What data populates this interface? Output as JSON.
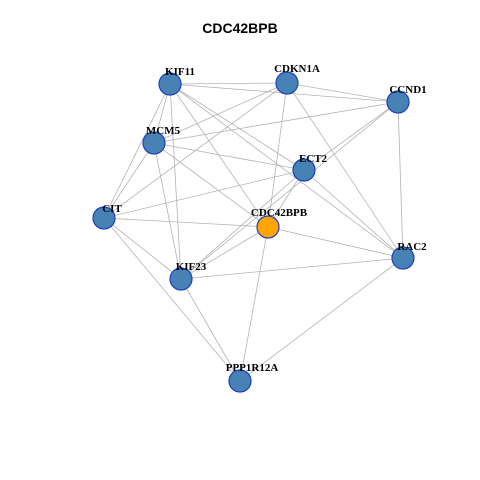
{
  "title": "CDC42BPB",
  "colors": {
    "node": "#4682b4",
    "center": "#ffa500",
    "edge": "#b3b3b3",
    "border": "#1f3fbf"
  },
  "nodes": [
    {
      "id": "KIF11",
      "label": "KIF11"
    },
    {
      "id": "CDKN1A",
      "label": "CDKN1A"
    },
    {
      "id": "CCND1",
      "label": "CCND1"
    },
    {
      "id": "MCM5",
      "label": "MCM5"
    },
    {
      "id": "ECT2",
      "label": "ECT2"
    },
    {
      "id": "CIT",
      "label": "CIT"
    },
    {
      "id": "CDC42BPB",
      "label": "CDC42BPB",
      "center": true
    },
    {
      "id": "RAC2",
      "label": "RAC2"
    },
    {
      "id": "KIF23",
      "label": "KIF23"
    },
    {
      "id": "PPP1R12A",
      "label": "PPP1R12A"
    }
  ],
  "edges": [
    [
      "KIF11",
      "CDKN1A"
    ],
    [
      "KIF11",
      "CCND1"
    ],
    [
      "KIF11",
      "MCM5"
    ],
    [
      "KIF11",
      "ECT2"
    ],
    [
      "KIF11",
      "CIT"
    ],
    [
      "KIF11",
      "CDC42BPB"
    ],
    [
      "KIF11",
      "KIF23"
    ],
    [
      "KIF11",
      "RAC2"
    ],
    [
      "CDKN1A",
      "CCND1"
    ],
    [
      "CDKN1A",
      "MCM5"
    ],
    [
      "CDKN1A",
      "CIT"
    ],
    [
      "CDKN1A",
      "CDC42BPB"
    ],
    [
      "CDKN1A",
      "RAC2"
    ],
    [
      "CCND1",
      "MCM5"
    ],
    [
      "CCND1",
      "ECT2"
    ],
    [
      "CCND1",
      "RAC2"
    ],
    [
      "CCND1",
      "KIF23"
    ],
    [
      "MCM5",
      "ECT2"
    ],
    [
      "MCM5",
      "CIT"
    ],
    [
      "MCM5",
      "CDC42BPB"
    ],
    [
      "MCM5",
      "KIF23"
    ],
    [
      "ECT2",
      "CIT"
    ],
    [
      "ECT2",
      "CDC42BPB"
    ],
    [
      "ECT2",
      "KIF23"
    ],
    [
      "ECT2",
      "RAC2"
    ],
    [
      "CIT",
      "CDC42BPB"
    ],
    [
      "CIT",
      "KIF23"
    ],
    [
      "CIT",
      "PPP1R12A"
    ],
    [
      "CDC42BPB",
      "RAC2"
    ],
    [
      "CDC42BPB",
      "KIF23"
    ],
    [
      "CDC42BPB",
      "PPP1R12A"
    ],
    [
      "RAC2",
      "KIF23"
    ],
    [
      "RAC2",
      "PPP1R12A"
    ],
    [
      "KIF23",
      "PPP1R12A"
    ]
  ]
}
